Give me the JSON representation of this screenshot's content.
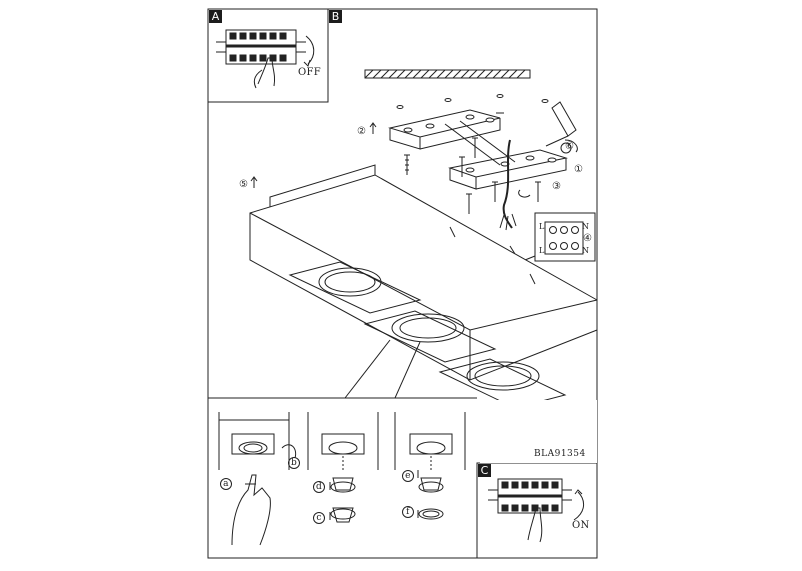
{
  "panels": {
    "a": "A",
    "b": "B",
    "c": "C"
  },
  "labels": {
    "off": "OFF",
    "on": "ON",
    "model_code": "BLA91354"
  },
  "step_numbers": {
    "s1": "①",
    "s2": "②",
    "s3": "③",
    "s4": "④",
    "s5": "⑤",
    "s6": "⑥"
  },
  "step_letters": {
    "a": "a",
    "b": "b",
    "c": "c",
    "d": "d",
    "e": "e",
    "f": "f"
  },
  "terminal_labels": {
    "l_top": "L",
    "n_top": "N",
    "l_bottom": "L",
    "n_bottom": "N"
  },
  "colors": {
    "line": "#222222",
    "tag_bg": "#1c1c1c"
  }
}
